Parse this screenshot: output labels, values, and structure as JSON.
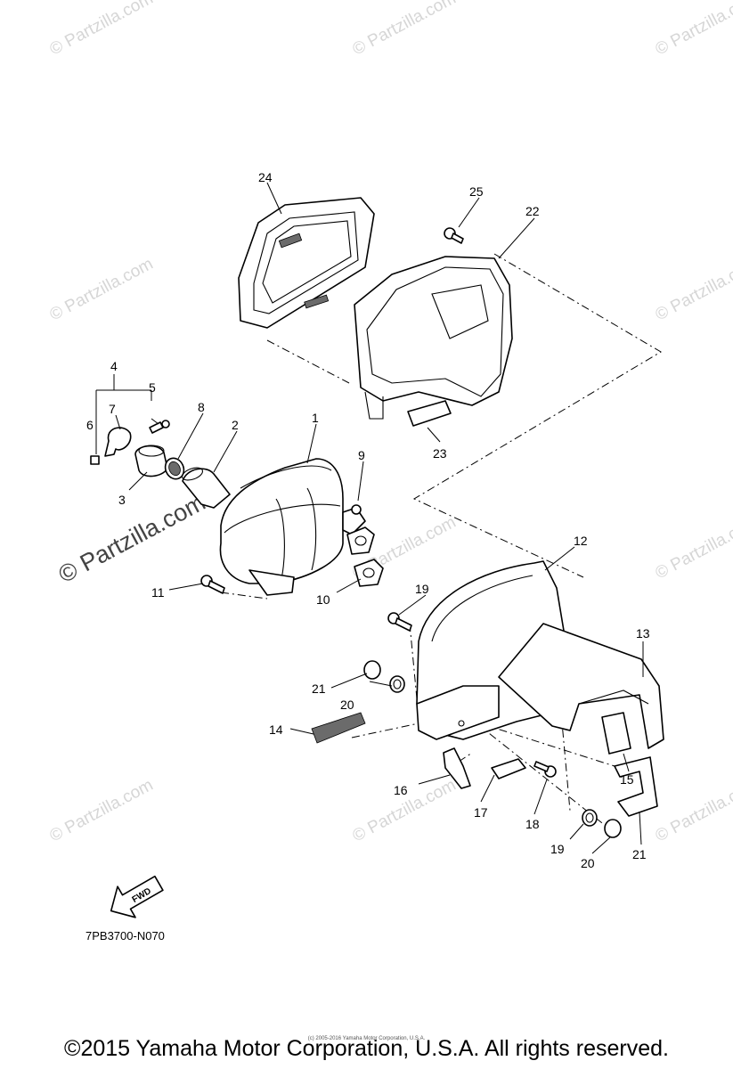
{
  "watermark": {
    "text": "© Partzilla.com",
    "large_text": "© Partzilla.com"
  },
  "diagram_code": "7PB3700-N070",
  "fwd_label": "FWD",
  "footer": {
    "copyright": "©2015 Yamaha Motor Corporation, U.S.A. All rights reserved.",
    "small_print": "(c) 2005-2016 Yamaha Motor Corporation, U.S.A."
  },
  "callouts": [
    "1",
    "2",
    "3",
    "4",
    "5",
    "6",
    "7",
    "8",
    "9",
    "10",
    "11",
    "12",
    "13",
    "14",
    "15",
    "16",
    "17",
    "18",
    "19",
    "19",
    "20",
    "20",
    "21",
    "21",
    "22",
    "23",
    "24",
    "25"
  ]
}
